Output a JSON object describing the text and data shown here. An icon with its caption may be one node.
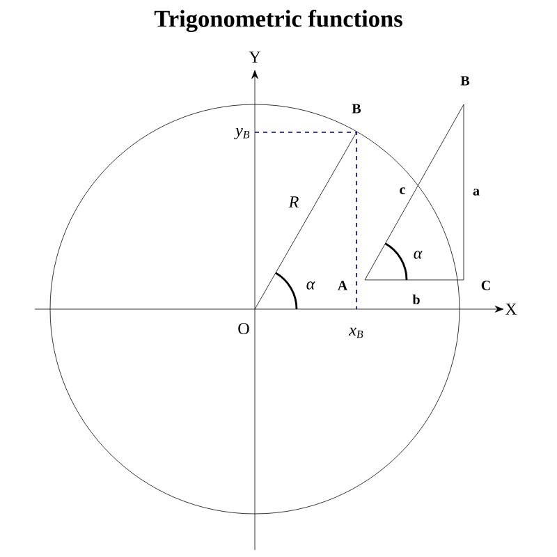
{
  "diagram": {
    "title": "Trigonometric functions",
    "labels": [
      "Y",
      "B",
      "B",
      "y$_{B}$",
      "R",
      "c",
      "a",
      "α",
      "α",
      "A",
      "C",
      "b",
      "O",
      "x$_{B}$",
      "X"
    ]
  }
}
